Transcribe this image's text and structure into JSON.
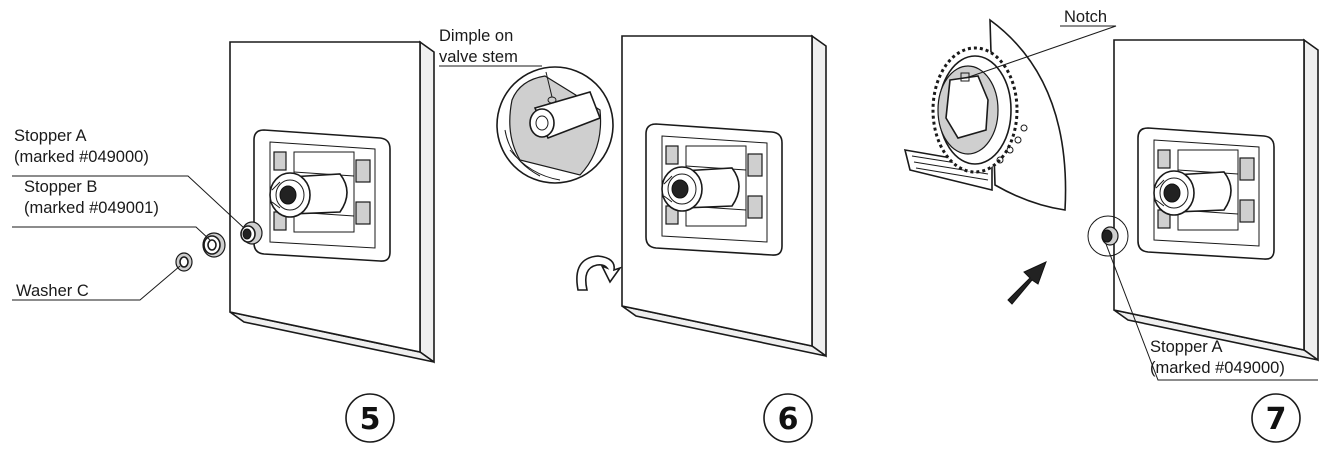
{
  "steps": [
    {
      "number": "5",
      "labels": {
        "stopper_a": [
          "Stopper A",
          "(marked #049000)"
        ],
        "stopper_b": [
          "Stopper B",
          "(marked #049001)"
        ],
        "washer_c": "Washer C"
      }
    },
    {
      "number": "6",
      "labels": {
        "dimple": [
          "Dimple on",
          "valve stem"
        ]
      }
    },
    {
      "number": "7",
      "labels": {
        "notch": "Notch",
        "stopper_a": [
          "Stopper A",
          "(marked #049000)"
        ]
      }
    }
  ],
  "colors": {
    "line": "#1a1a1a",
    "panel_side": "#efefef",
    "part_dark": "#222222"
  }
}
